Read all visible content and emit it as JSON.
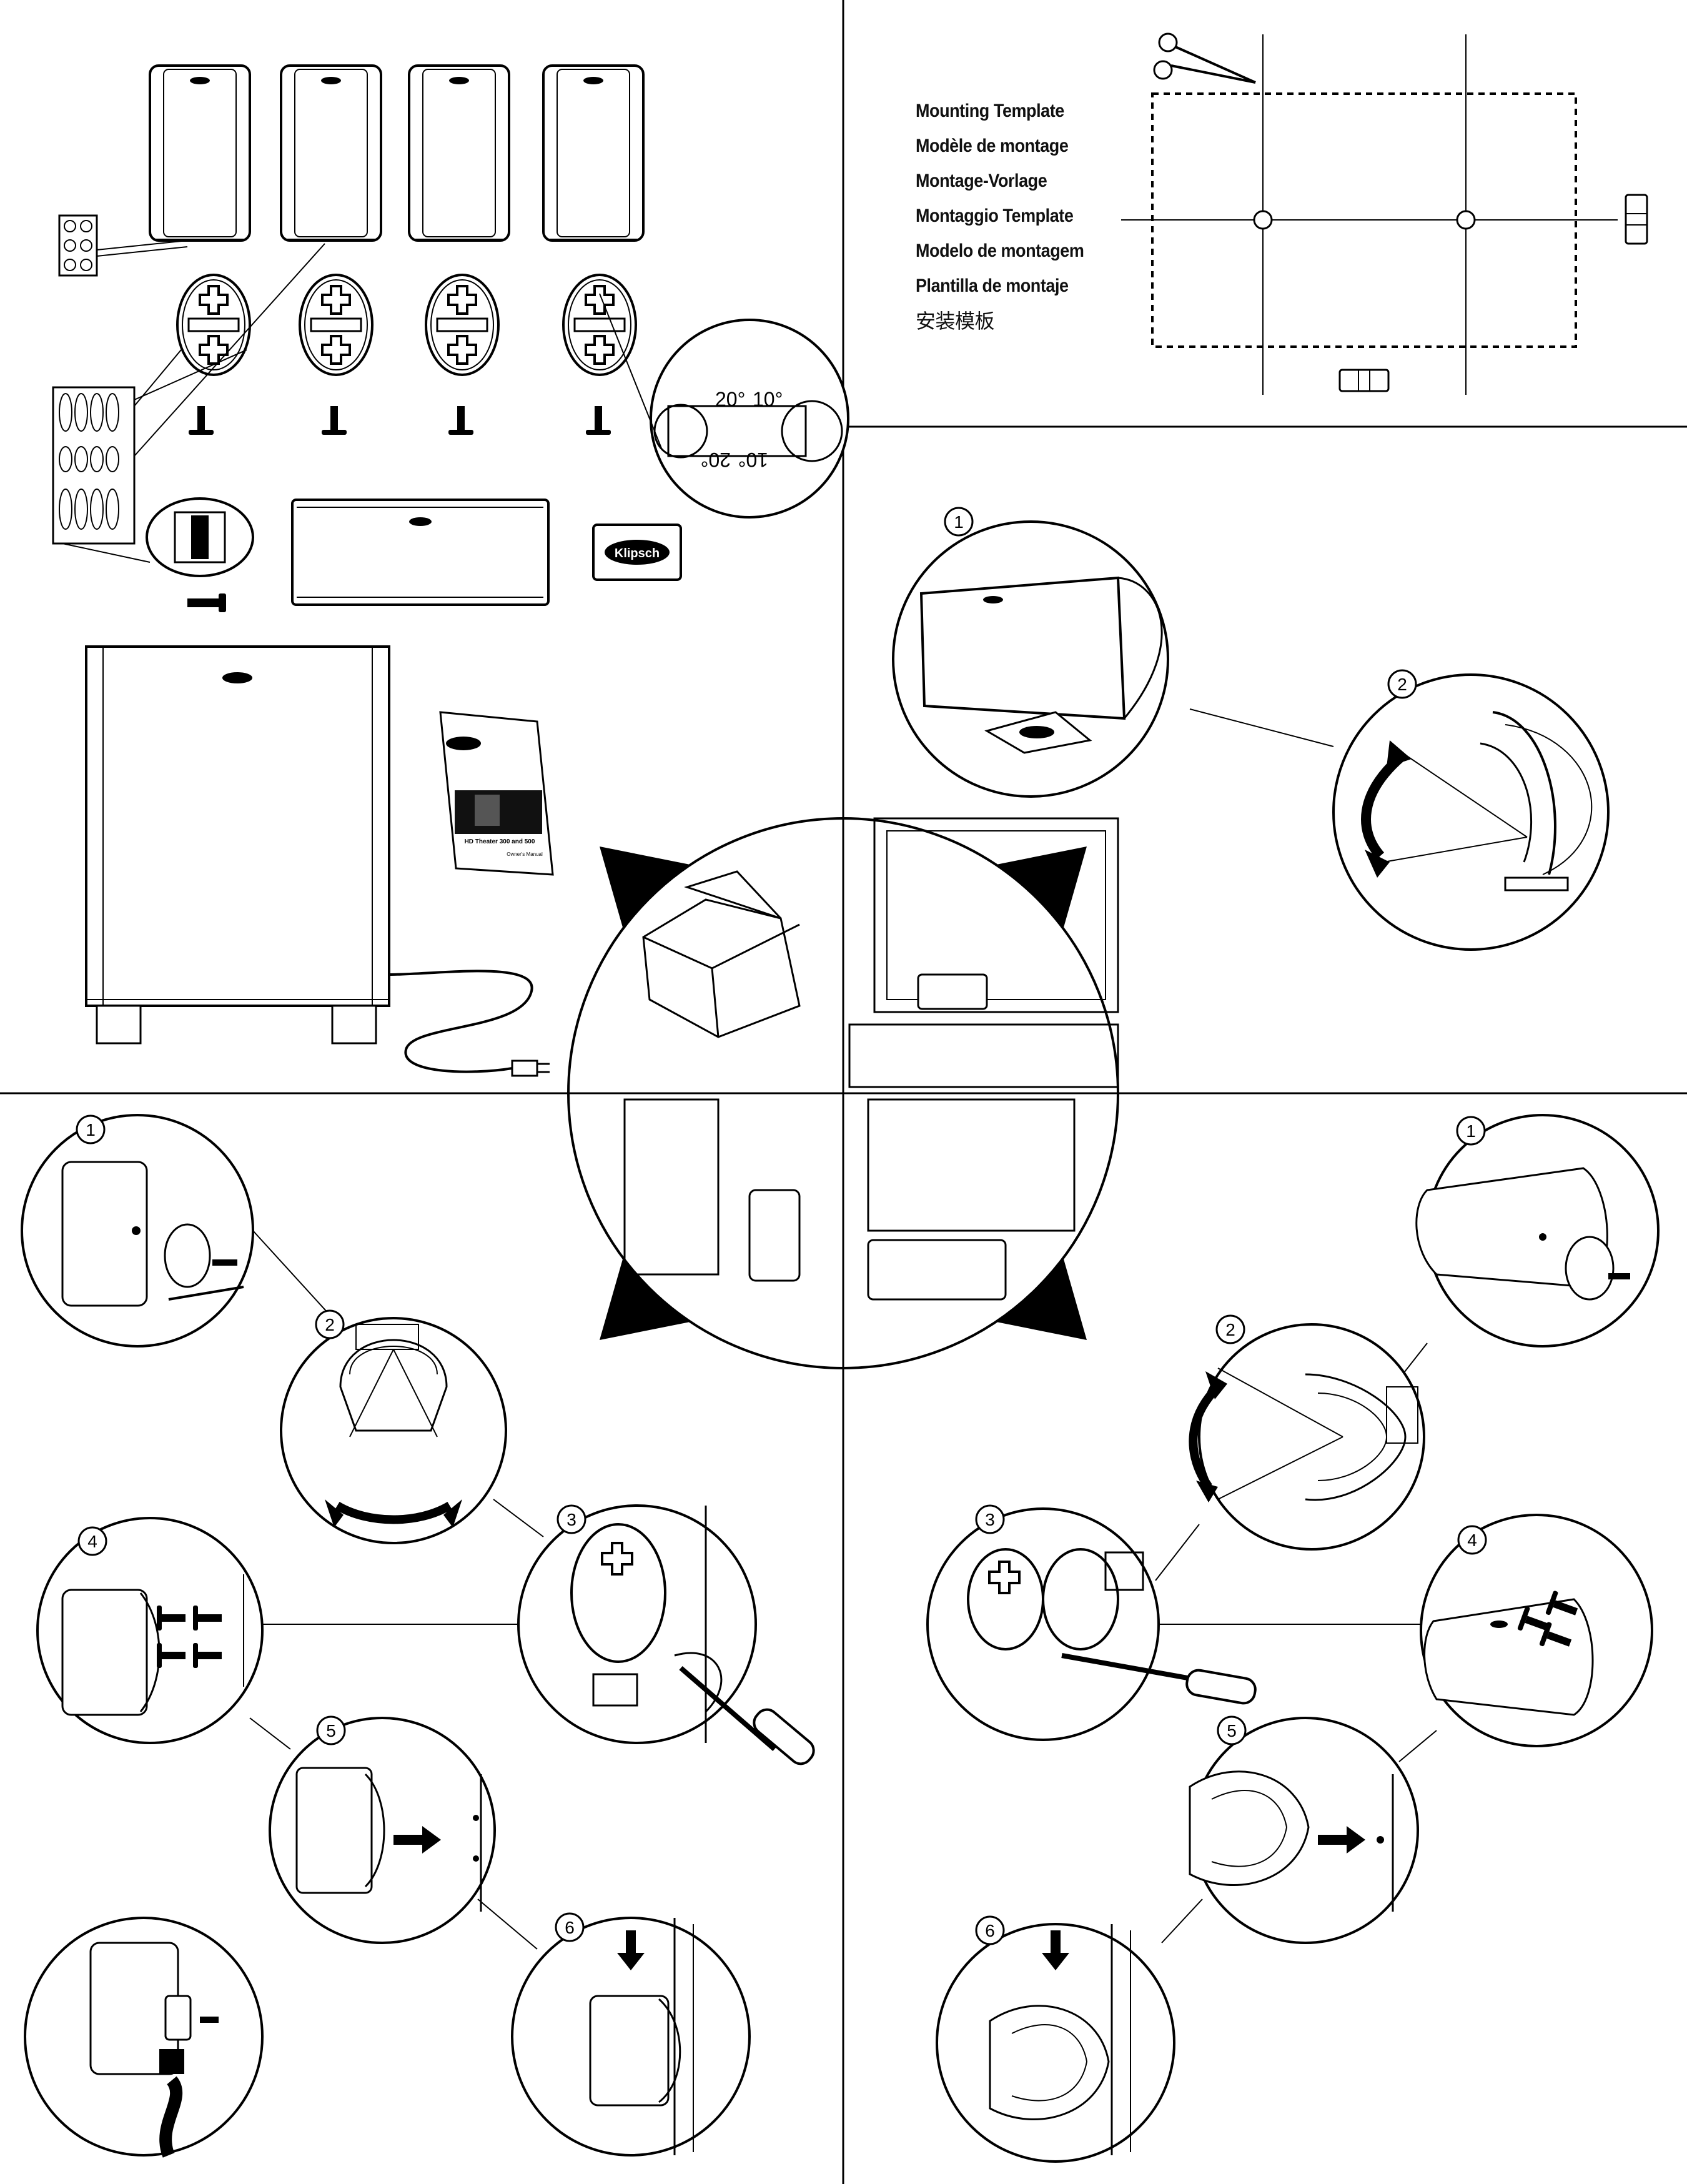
{
  "mounting_template": {
    "titles": [
      "Mounting Template",
      "Modèle de montage",
      "Montage-Vorlage",
      "Montaggio Template",
      "Modelo de montagem",
      "Plantilla de montaje",
      "安装模板"
    ]
  },
  "dial": {
    "labels": [
      "20°",
      "10°",
      "20°",
      "10°"
    ]
  },
  "center_mount_steps": [
    "1",
    "2"
  ],
  "satellite_wall_steps": [
    "1",
    "2",
    "3",
    "4",
    "5",
    "6"
  ],
  "center_wall_steps": [
    "1",
    "2",
    "3",
    "4",
    "5",
    "6"
  ],
  "brand": {
    "logo_text": "Klipsch"
  },
  "manual": {
    "title": "HD Theater 300 and 500",
    "subtitle": "Owner's Manual"
  },
  "colors": {
    "ink": "#000000",
    "paper": "#ffffff"
  }
}
